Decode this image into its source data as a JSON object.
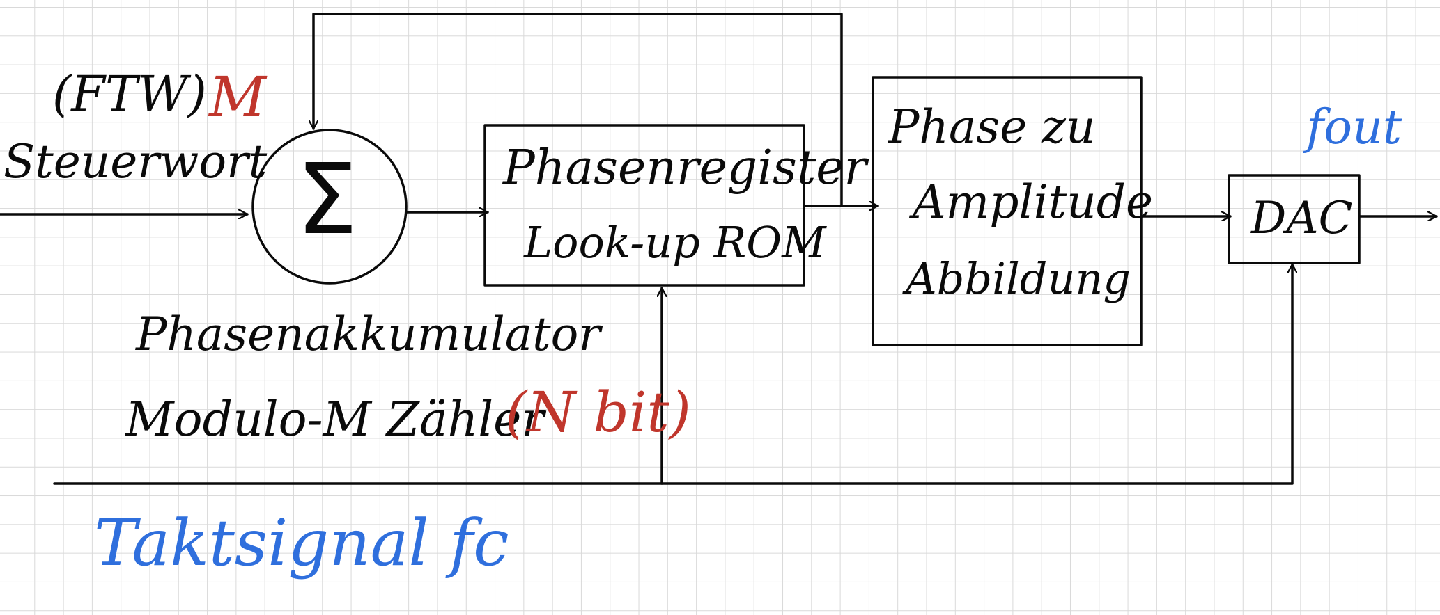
{
  "colors": {
    "ink": "#0a0a0a",
    "annotation_red": "#c0362c",
    "annotation_blue": "#2f6fdd",
    "grid": "#d9d9d9",
    "background": "#ffffff"
  },
  "labels": {
    "ftw": "(FTW)",
    "m": "M",
    "steuerwort": "Steuerwort",
    "sigma": "Σ",
    "phasenregister": "Phasenregister",
    "lookup_rom": "Look-up ROM",
    "phase_zu": "Phase zu",
    "amplitude": "Amplitude",
    "abbildung": "Abbildung",
    "dac": "DAC",
    "fout": "fout",
    "phasenakkumulator": "Phasenakkumulator",
    "modulo_zaehler": "Modulo-M Zähler",
    "nbit": "(N bit)",
    "taktsignal": "Taktsignal fc"
  }
}
